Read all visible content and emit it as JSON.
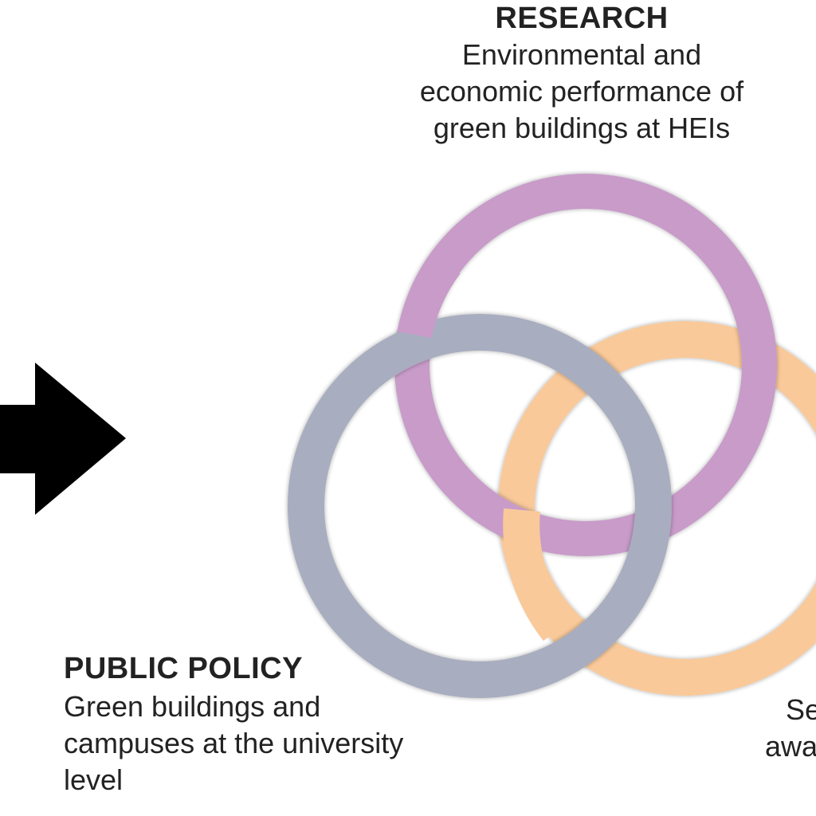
{
  "research": {
    "heading": "RESEARCH",
    "lines": [
      "Environmental and",
      "economic performance of",
      "green buildings at HEIs"
    ]
  },
  "public_policy": {
    "heading": "PUBLIC POLICY",
    "lines": [
      "Green buildings and",
      "campuses at the university",
      "level"
    ]
  },
  "third_area": {
    "lines": [
      "Se",
      "awa"
    ]
  },
  "colors": {
    "research_ring": "#c89bc9",
    "policy_ring": "#a8adbf",
    "third_ring": "#f9c99a",
    "arrow": "#000000",
    "text": "#222222"
  }
}
